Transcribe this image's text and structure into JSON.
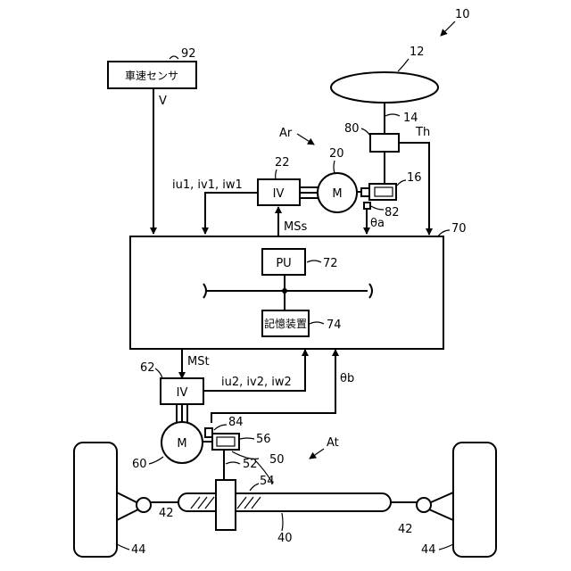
{
  "figure_number": "10",
  "blocks": {
    "vehicle_speed_sensor": {
      "label": "車速センサ",
      "ref": "92"
    },
    "inverter_top": {
      "label": "IV",
      "ref": "22"
    },
    "motor_top": {
      "label": "M",
      "ref": "20"
    },
    "controller": {
      "ref": "70"
    },
    "pu": {
      "label": "PU",
      "ref": "72"
    },
    "storage": {
      "label": "記憶装置",
      "ref": "74"
    },
    "inverter_bottom": {
      "label": "IV",
      "ref": "62"
    },
    "motor_bottom": {
      "label": "M",
      "ref": "60"
    }
  },
  "signals": {
    "v": "V",
    "iu1": "iu1, iv1, iw1",
    "mss": "MSs",
    "theta_a": "θa",
    "th": "Th",
    "mst": "MSt",
    "iu2": "iu2, iv2, iw2",
    "theta_b": "θb"
  },
  "refs": {
    "steering_wheel": "12",
    "steering_shaft": "14",
    "gear_16": "16",
    "torque_sensor": "80",
    "angle_sensor_top": "82",
    "angle_sensor_bottom": "84",
    "gear_56": "56",
    "assembly_50": "50",
    "part_52": "52",
    "rack_54": "54",
    "rack_shaft": "40",
    "tie_rod_left": "42",
    "tie_rod_right": "42",
    "wheel_left": "44",
    "wheel_right": "44"
  },
  "annotations": {
    "ar": "Ar",
    "at": "At"
  }
}
